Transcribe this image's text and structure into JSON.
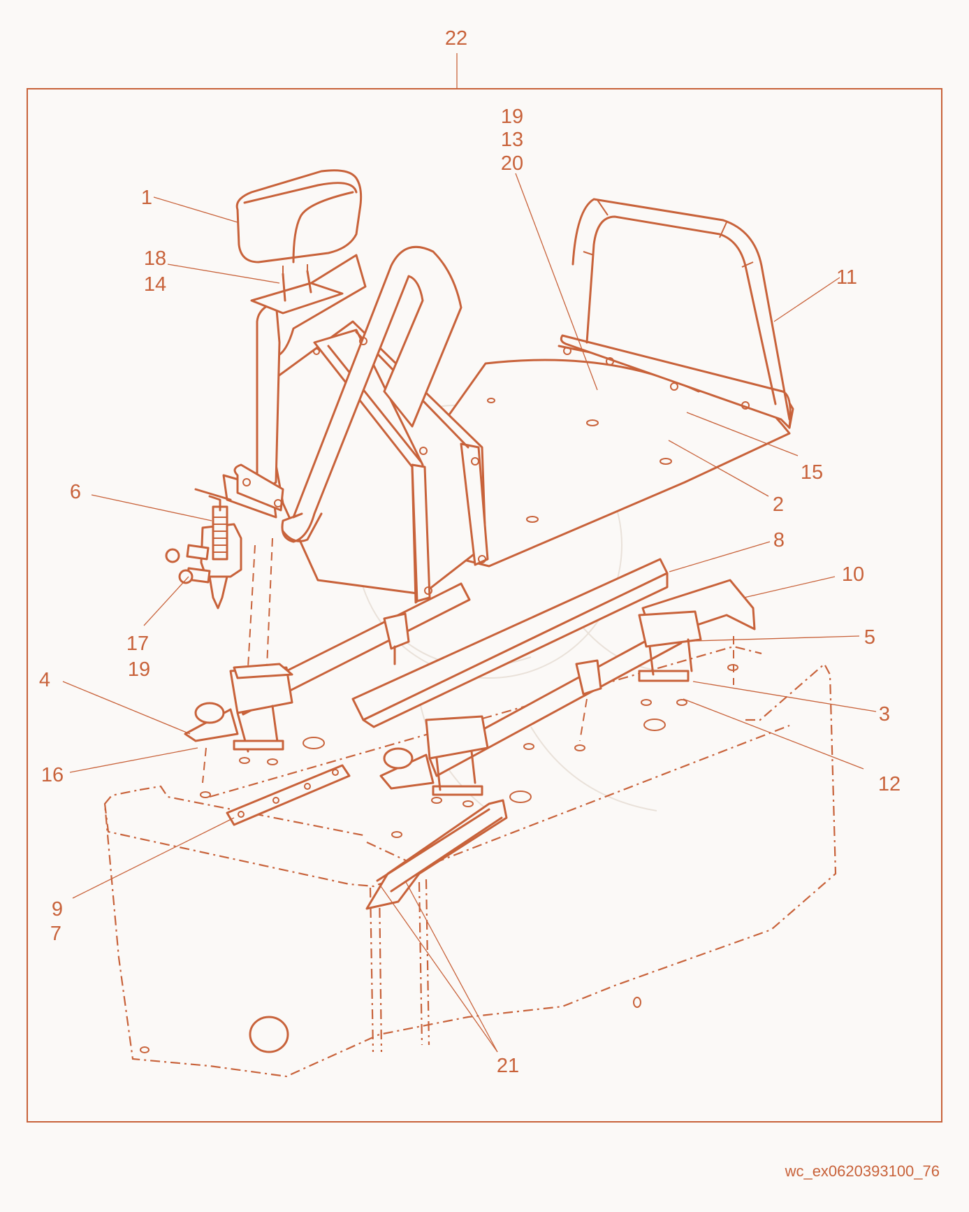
{
  "callouts": {
    "c1": "1",
    "c2": "2",
    "c3": "3",
    "c4": "4",
    "c5": "5",
    "c6": "6",
    "c7": "7",
    "c8": "8",
    "c9": "9",
    "c10": "10",
    "c11": "11",
    "c12": "12",
    "c13": "13",
    "c14": "14",
    "c15": "15",
    "c16": "16",
    "c17": "17",
    "c18": "18",
    "c19a": "19",
    "c19b": "19",
    "c20": "20",
    "c21": "21",
    "c22": "22"
  },
  "image_code": "wc_ex0620393100_76",
  "colors": {
    "line": "#c8623a",
    "background": "#fbf9f7",
    "watermark": "#e9e1d9"
  }
}
